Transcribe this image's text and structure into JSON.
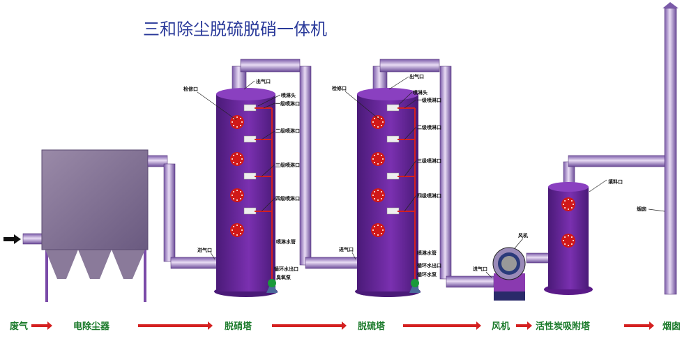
{
  "title": "三和除尘脱硫脱硝一体机",
  "colors": {
    "tower": "#6a2a9a",
    "pipe": "#9a7ac0",
    "water": "#d42020",
    "label_green": "#1a7a2a",
    "title_blue": "#2a3a9a"
  },
  "denitration_tower": {
    "labels": {
      "inspection": "检修口",
      "outlet": "出气口",
      "spray_head": "喷淋头",
      "spray1": "一级喷淋口",
      "spray2": "二级喷淋口",
      "spray3": "三级喷淋口",
      "spray4": "四级喷淋口",
      "spray_pipe": "喷淋水管",
      "circ_outlet": "循环水出口",
      "pump": "臭氧泵",
      "inlet": "进气口"
    }
  },
  "desulfurization_tower": {
    "labels": {
      "inspection": "检修口",
      "outlet": "出气口",
      "spray_head": "喷淋头",
      "spray1": "一级喷淋口",
      "spray2": "二级喷淋口",
      "spray3": "三级喷淋口",
      "spray4": "四级喷淋口",
      "spray_pipe": "喷淋水管",
      "circ_outlet": "循环水出口",
      "pump": "循环水泵",
      "inlet": "进气口"
    }
  },
  "fan": {
    "label": "风机",
    "inlet": "进气口"
  },
  "adsorption": {
    "fill_port": "填料口"
  },
  "chimney": {
    "label": "烟囱"
  },
  "flow": [
    "废气",
    "电除尘器",
    "脱硝塔",
    "脱硫塔",
    "风机",
    "活性炭吸附塔",
    "烟囱"
  ]
}
